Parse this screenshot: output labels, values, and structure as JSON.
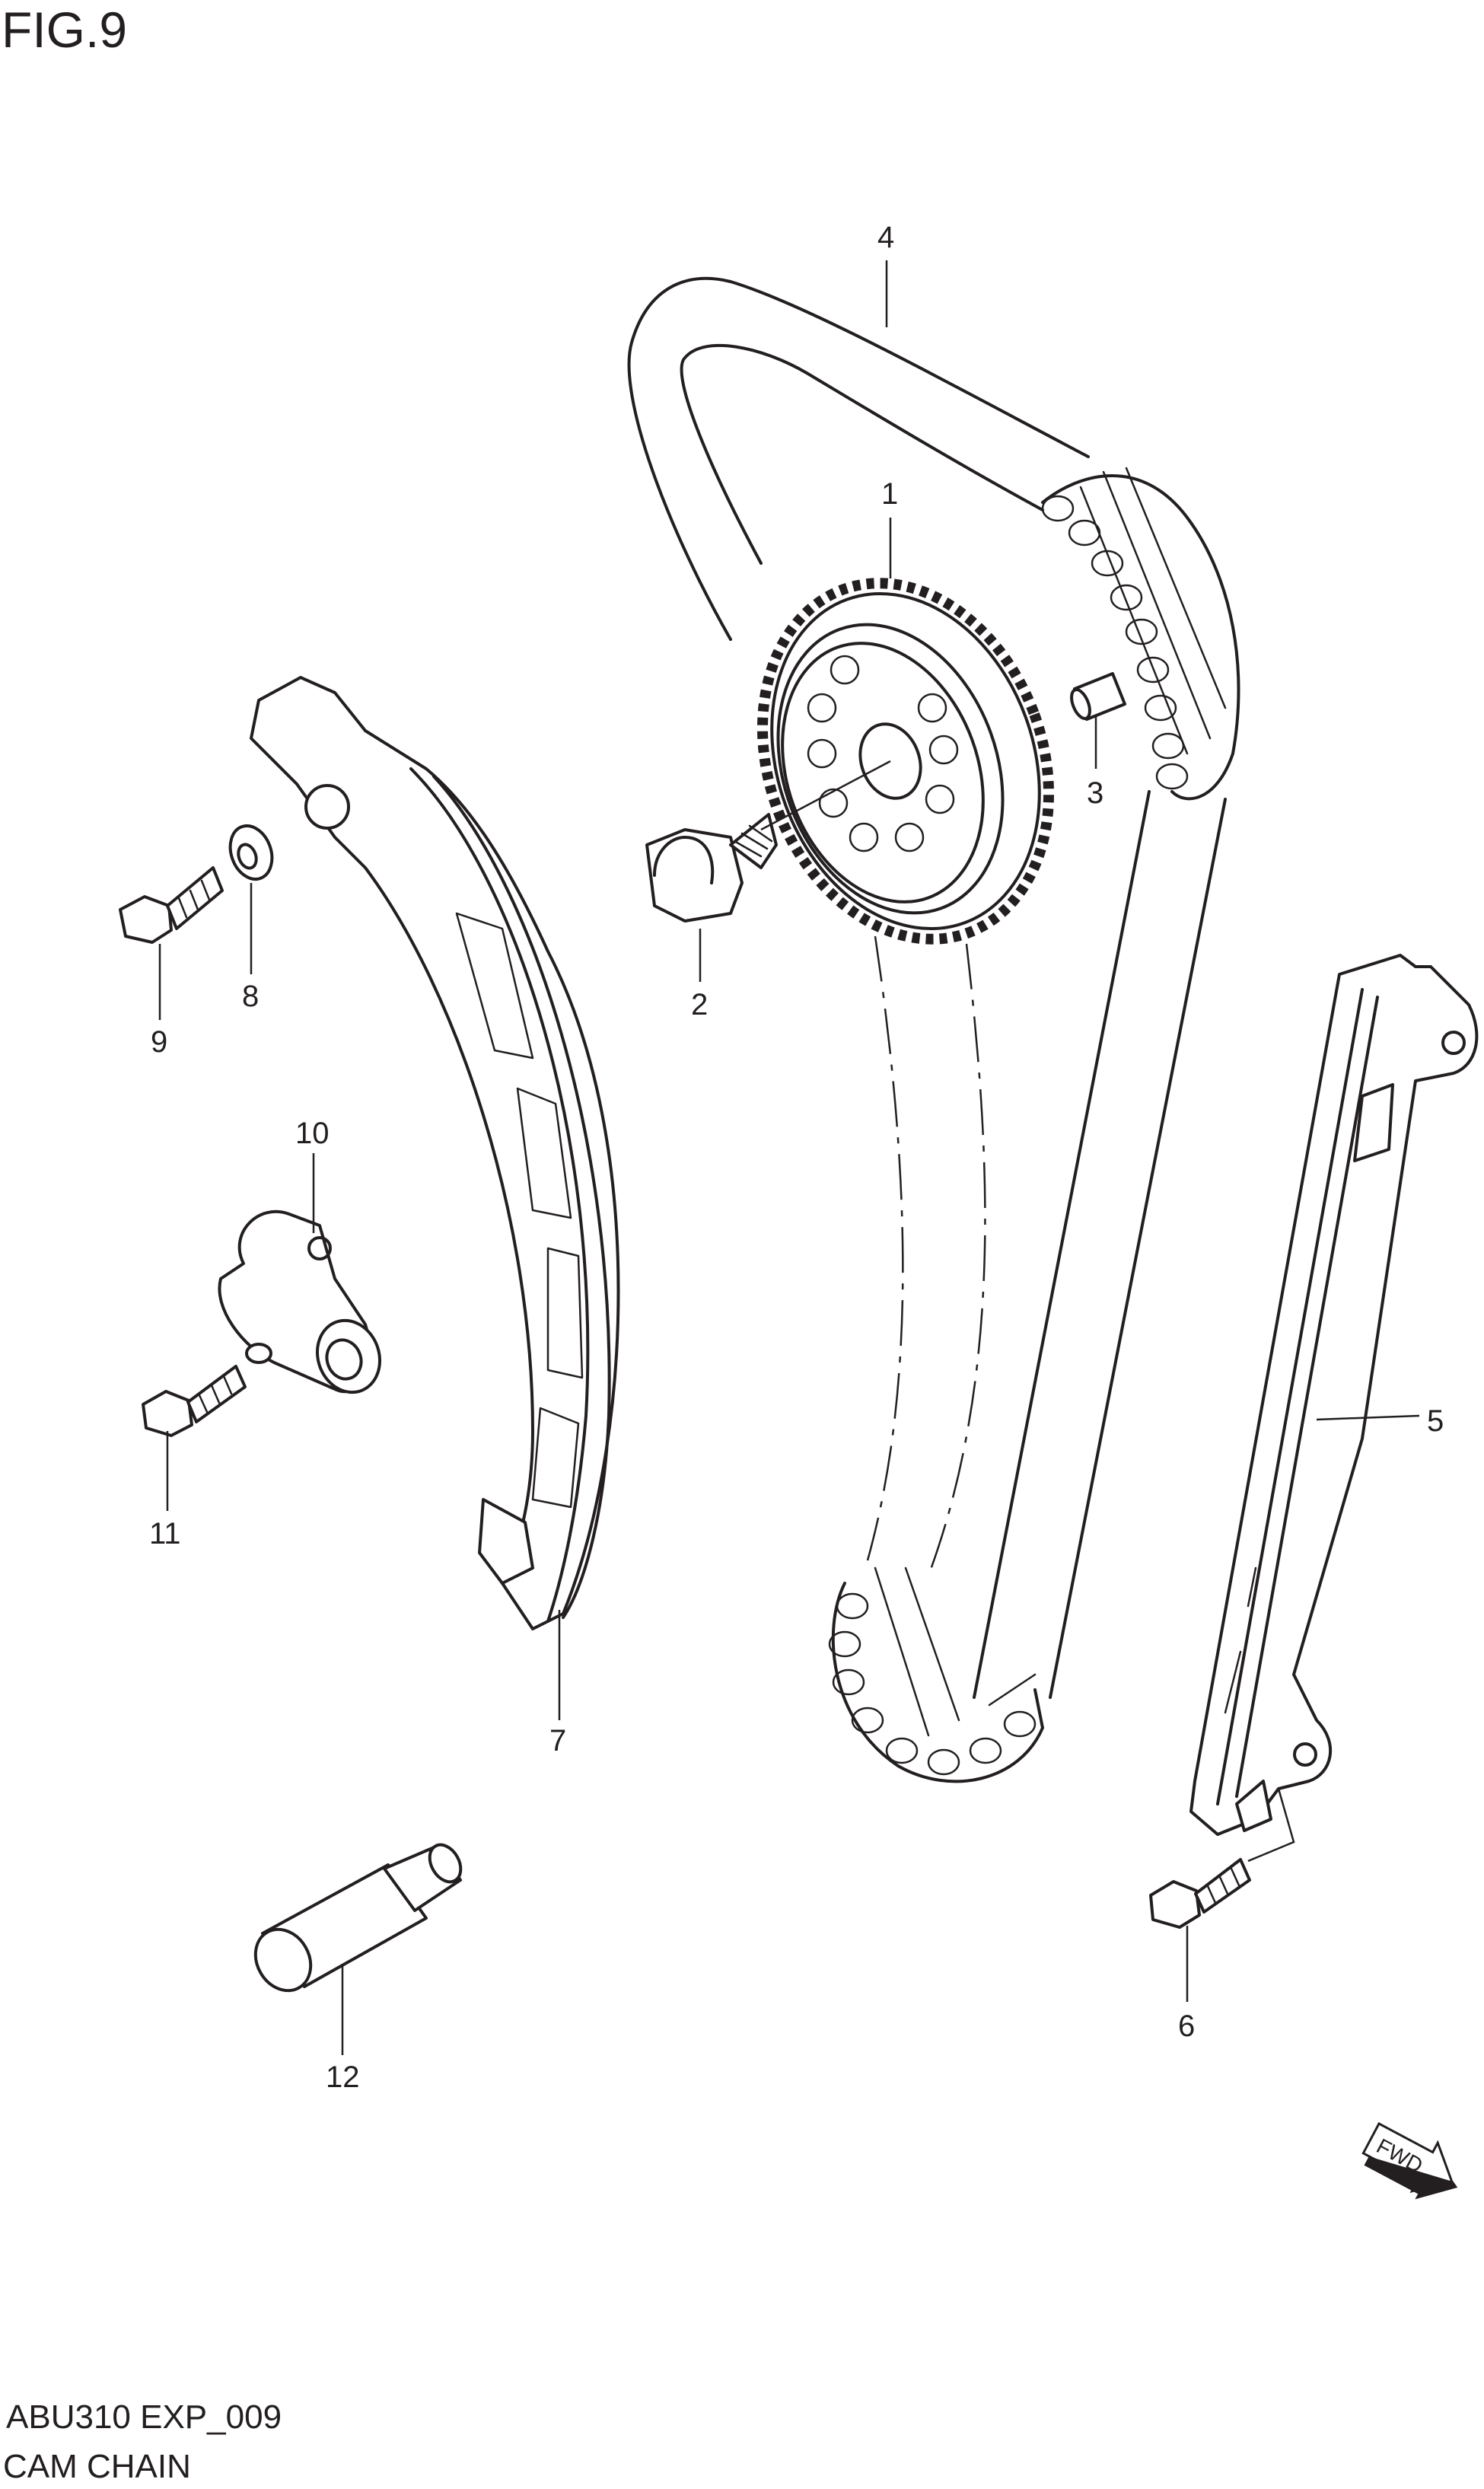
{
  "figure_label": "FIG.9",
  "footer": {
    "code": "ABU310 EXP_009",
    "title": "CAM CHAIN"
  },
  "callouts": {
    "p1": "1",
    "p2": "2",
    "p3": "3",
    "p4": "4",
    "p5": "5",
    "p6": "6",
    "p7": "7",
    "p8": "8",
    "p9": "9",
    "p10": "10",
    "p11": "11",
    "p12": "12"
  },
  "direction_marker": "FWD"
}
